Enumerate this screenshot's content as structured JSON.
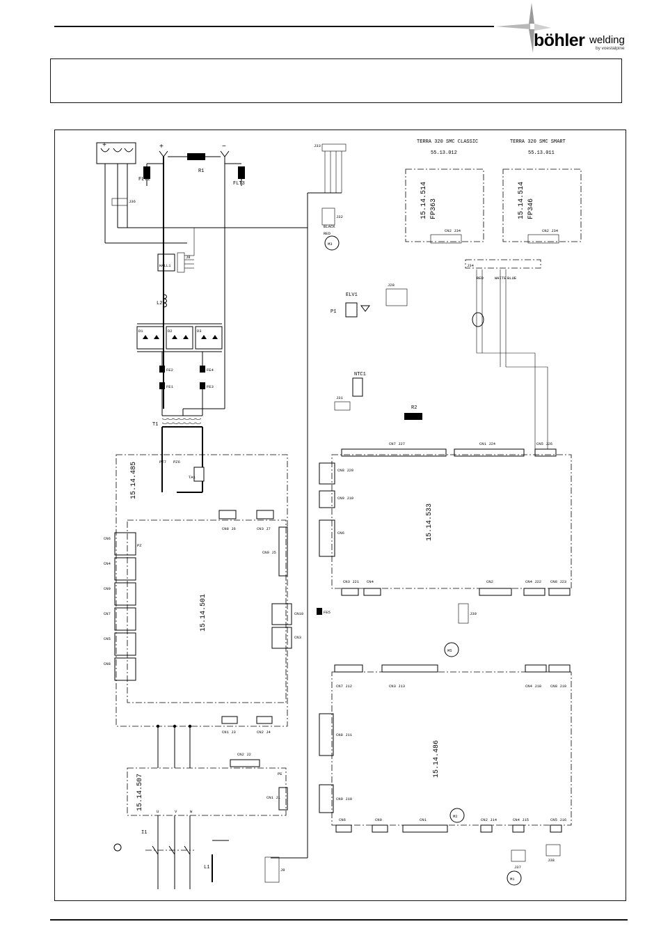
{
  "logo": {
    "text_main": "böhler",
    "text_sub": "welding",
    "tagline": "by voestalpine"
  },
  "boards": {
    "b485": "15.14.485",
    "b501": "15.14.501",
    "b533": "15.14.533",
    "b486": "15.14.486",
    "b507": "15.14.507",
    "fp363_code": "15.14.514",
    "fp363_name": "FP363",
    "fp346_code": "15.14.514",
    "fp346_name": "FP346"
  },
  "models": {
    "classic": "TERRA 320 SMC CLASSIC",
    "classic_code": "55.13.012",
    "smart": "TERRA 320 SMC SMART",
    "smart_code": "55.13.011"
  },
  "components": {
    "t1": "T1",
    "l2": "L2",
    "hall": "HALL1",
    "r1": "R1",
    "r2": "R2",
    "flt2": "FLT2",
    "flt3": "FLT3",
    "d1": "D1",
    "d2": "D2",
    "d3": "D3",
    "fe1": "FE1",
    "fe2": "FE2",
    "fe3": "FE3",
    "fe4": "FE4",
    "fe5": "FE5",
    "ta1": "TA1",
    "p1": "P1",
    "elv1": "ELV1",
    "ntc1": "NTC1",
    "m1": "M1",
    "m2": "M2",
    "m3": "M3",
    "m5": "M5",
    "i1": "I1",
    "l1": "L1",
    "pz27": "PZ7",
    "pz26": "PZ6",
    "pz": "PZ"
  },
  "connectors": {
    "j33": "J33",
    "j36": "J36",
    "j32": "J32",
    "j8": "J8",
    "j28": "J28",
    "j31": "J31",
    "j34": "J34",
    "j37": "J37",
    "j38": "J38",
    "j39": "J39",
    "j9": "J9",
    "cn2_j34": "CN2 J34",
    "cn5_j26": "CN5 J26",
    "cn1_j24": "CN1 J24",
    "cn7_j27": "CN7 J27",
    "cn8_j20": "CN8 J20",
    "cn9_j19": "CN9 J19",
    "cn6": "CN6",
    "cn3_j21": "CN3 J21",
    "cn4": "CN4",
    "cn2": "CN2",
    "cn4_j22": "CN4 J22",
    "cn8_j23": "CN8 J23",
    "cn7_j12": "CN7 J12",
    "cn3_j13": "CN3 J13",
    "cn4_j18": "CN4 J18",
    "cn8_j19": "CN8 J19",
    "cn8_j11": "CN8 J11",
    "cn9_j10": "CN9 J10",
    "cn6b": "CN6",
    "cn9b": "CN9",
    "cn1b": "CN1",
    "cn2_j14": "CN2 J14",
    "cn4_j15": "CN4 J15",
    "cn5_j16": "CN5 J16",
    "cn1_j3": "CN1 J3",
    "cn2_j4": "CN2 J4",
    "cn2_j2": "CN2 J2",
    "cn1_j1": "CN1 J1",
    "cn8_j6": "CN8 J6",
    "cn3_j7": "CN3 J7",
    "cn9_j5": "CN9 J5",
    "cn10": "CN10",
    "cn3b": "CN3",
    "cn6p": "CN6",
    "cn4p": "CN4",
    "cn9p": "CN9",
    "cn7p": "CN7",
    "cn5p": "CN5",
    "cn8p": "CN8"
  },
  "wire_colors": {
    "red": "RED",
    "black": "BLACK",
    "white": "WHITE",
    "blue": "BLUE"
  },
  "terminals": {
    "plus": "+",
    "minus": "−",
    "pe": "PE",
    "u": "U",
    "v": "V",
    "w": "W"
  }
}
